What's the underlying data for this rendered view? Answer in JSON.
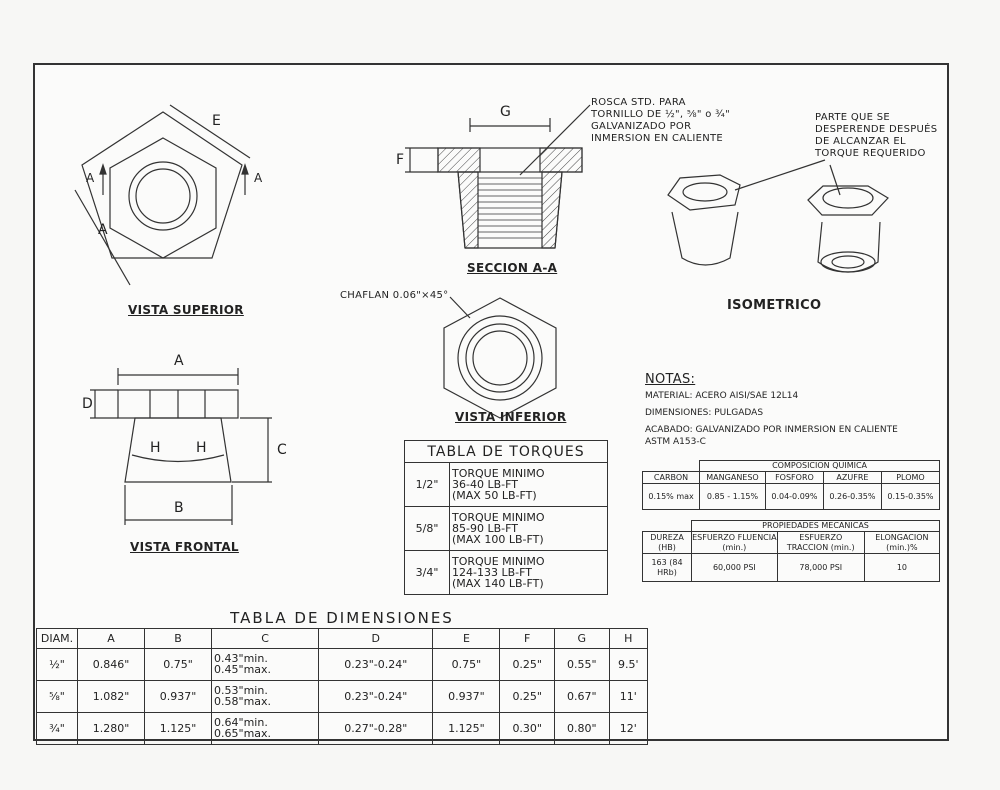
{
  "views": {
    "top": "VISTA SUPERIOR",
    "section": "SECCION A-A",
    "bottom": "VISTA INFERIOR",
    "front": "VISTA FRONTAL",
    "isometric": "ISOMETRICO"
  },
  "dimension_letters": {
    "A": "A",
    "B": "B",
    "C": "C",
    "D": "D",
    "E": "E",
    "F": "F",
    "G": "G",
    "H": "H"
  },
  "callouts": {
    "thread": [
      "ROSCA STD. PARA",
      "TORNILLO DE ½\", ⅝\" o ¾\"",
      "GALVANIZADO POR",
      "INMERSION EN CALIENTE"
    ],
    "breakoff": [
      "PARTE QUE SE",
      "DESPERENDE DESPUÉS",
      "DE ALCANZAR EL",
      "TORQUE REQUERIDO"
    ],
    "chamfer": "CHAFLAN 0.06\"×45°"
  },
  "torque_table": {
    "title": "TABLA DE TORQUES",
    "rows": [
      {
        "size": "1/2\"",
        "lines": [
          "TORQUE MINIMO",
          "36-40 LB-FT",
          "(MAX 50 LB-FT)"
        ]
      },
      {
        "size": "5/8\"",
        "lines": [
          "TORQUE MINIMO",
          "85-90 LB-FT",
          "(MAX 100 LB-FT)"
        ]
      },
      {
        "size": "3/4\"",
        "lines": [
          "TORQUE MINIMO",
          "124-133 LB-FT",
          "(MAX 140 LB-FT)"
        ]
      }
    ]
  },
  "notes": {
    "title": "NOTAS:",
    "items": [
      "MATERIAL: ACERO AISI/SAE 12L14",
      "DIMENSIONES: PULGADAS",
      "ACABADO: GALVANIZADO POR INMERSION EN CALIENTE",
      "ASTM A153-C"
    ]
  },
  "chem_table": {
    "title": "COMPOSICION QUIMICA",
    "headers": [
      "CARBON",
      "MANGANESO",
      "FOSFORO",
      "AZUFRE",
      "PLOMO"
    ],
    "values": [
      "0.15% max",
      "0.85 - 1.15%",
      "0.04-0.09%",
      "0.26-0.35%",
      "0.15-0.35%"
    ]
  },
  "mech_table": {
    "title": "PROPIEDADES MECANICAS",
    "headers": [
      "DUREZA (HB)",
      "ESFUERZO FLUENCIA (min.)",
      "ESFUERZO TRACCION (min.)",
      "ELONGACION (min.)%"
    ],
    "values": [
      "163 (84 HRb)",
      "60,000 PSI",
      "78,000 PSI",
      "10"
    ]
  },
  "dim_table": {
    "title": "TABLA DE DIMENSIONES",
    "headers": [
      "DIAM.",
      "A",
      "B",
      "C",
      "D",
      "E",
      "F",
      "G",
      "H"
    ],
    "rows": [
      {
        "diam": "½\"",
        "A": "0.846\"",
        "B": "0.75\"",
        "C1": "0.43\"min.",
        "C2": "0.45\"max.",
        "D": "0.23\"-0.24\"",
        "E": "0.75\"",
        "F": "0.25\"",
        "G": "0.55\"",
        "H": "9.5'"
      },
      {
        "diam": "⅝\"",
        "A": "1.082\"",
        "B": "0.937\"",
        "C1": "0.53\"min.",
        "C2": "0.58\"max.",
        "D": "0.23\"-0.24\"",
        "E": "0.937\"",
        "F": "0.25\"",
        "G": "0.67\"",
        "H": "11'"
      },
      {
        "diam": "¾\"",
        "A": "1.280\"",
        "B": "1.125\"",
        "C1": "0.64\"min.",
        "C2": "0.65\"max.",
        "D": "0.27\"-0.28\"",
        "E": "1.125\"",
        "F": "0.30\"",
        "G": "0.80\"",
        "H": "12'"
      }
    ]
  }
}
